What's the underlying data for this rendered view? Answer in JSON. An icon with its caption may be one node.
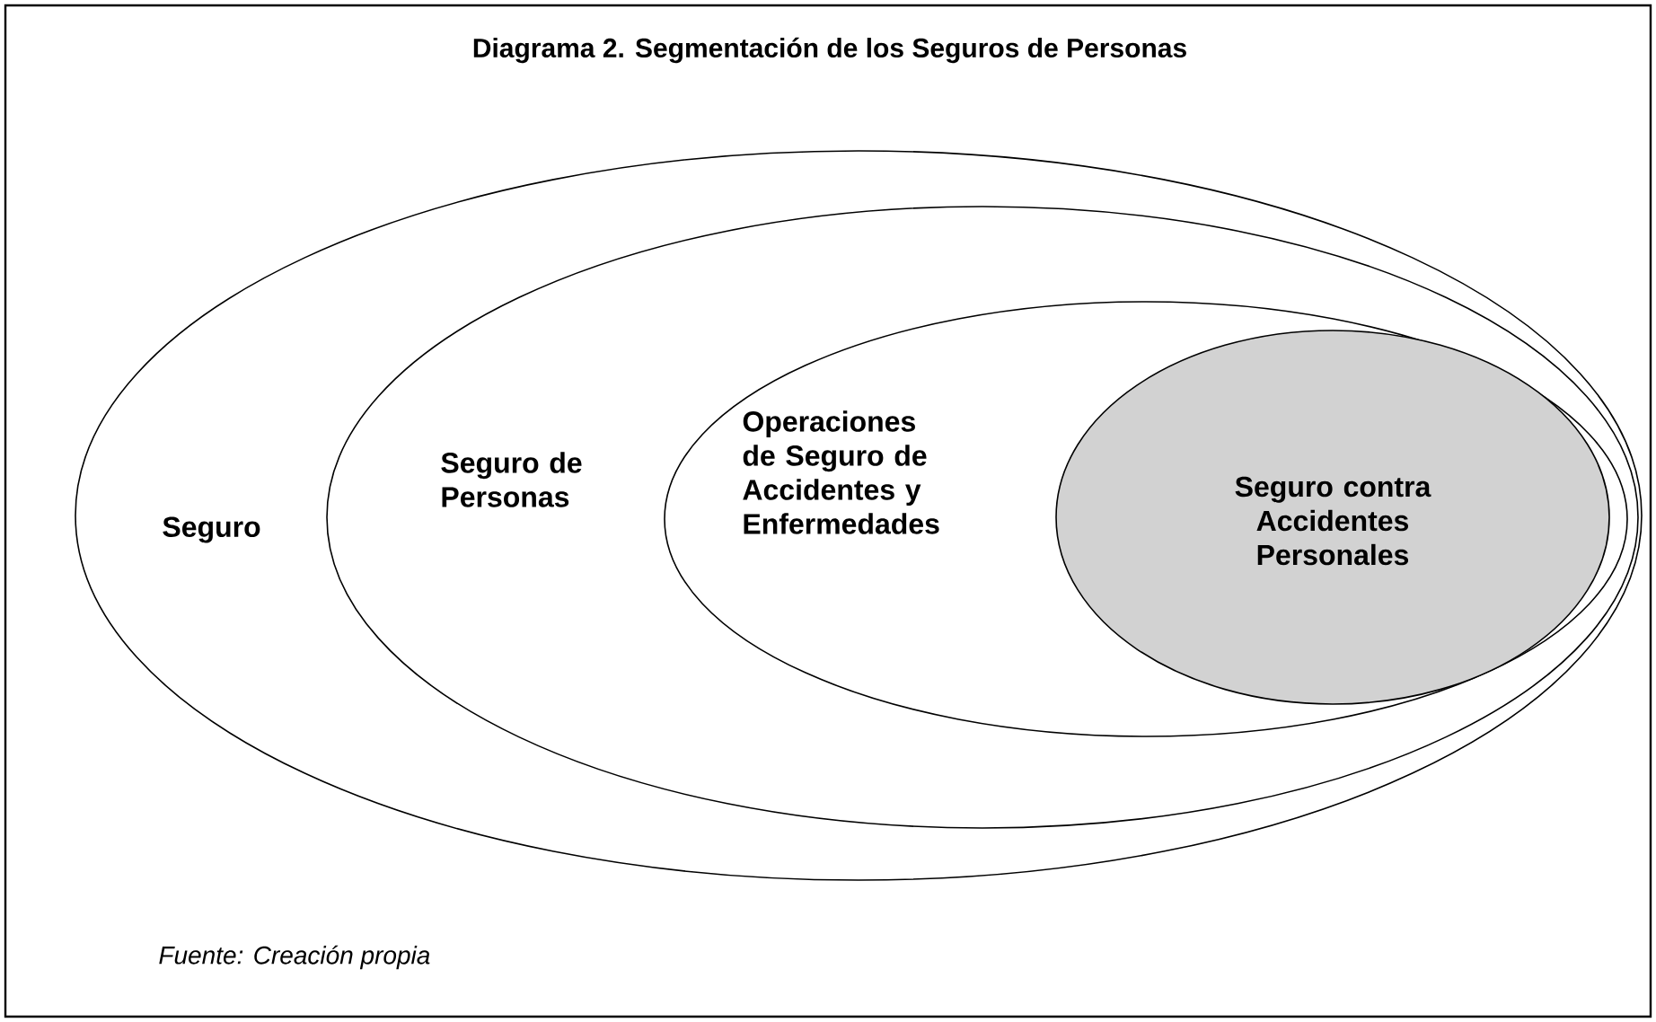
{
  "diagram": {
    "title": "Diagrama 2. Segmentación de los Seguros de Personas",
    "caption": "Fuente: Creación propia",
    "nodes": [
      {
        "text": [
          "Seguro"
        ]
      },
      {
        "text": [
          "Seguro de Personas"
        ],
        "in": 0
      },
      {
        "text": [
          "Operaciones de Seguro de Accidentes y Enfermedades"
        ],
        "in": 1
      },
      {
        "text": [
          "Seguro contra Accidentes Personales"
        ],
        "in": 2
      }
    ]
  }
}
